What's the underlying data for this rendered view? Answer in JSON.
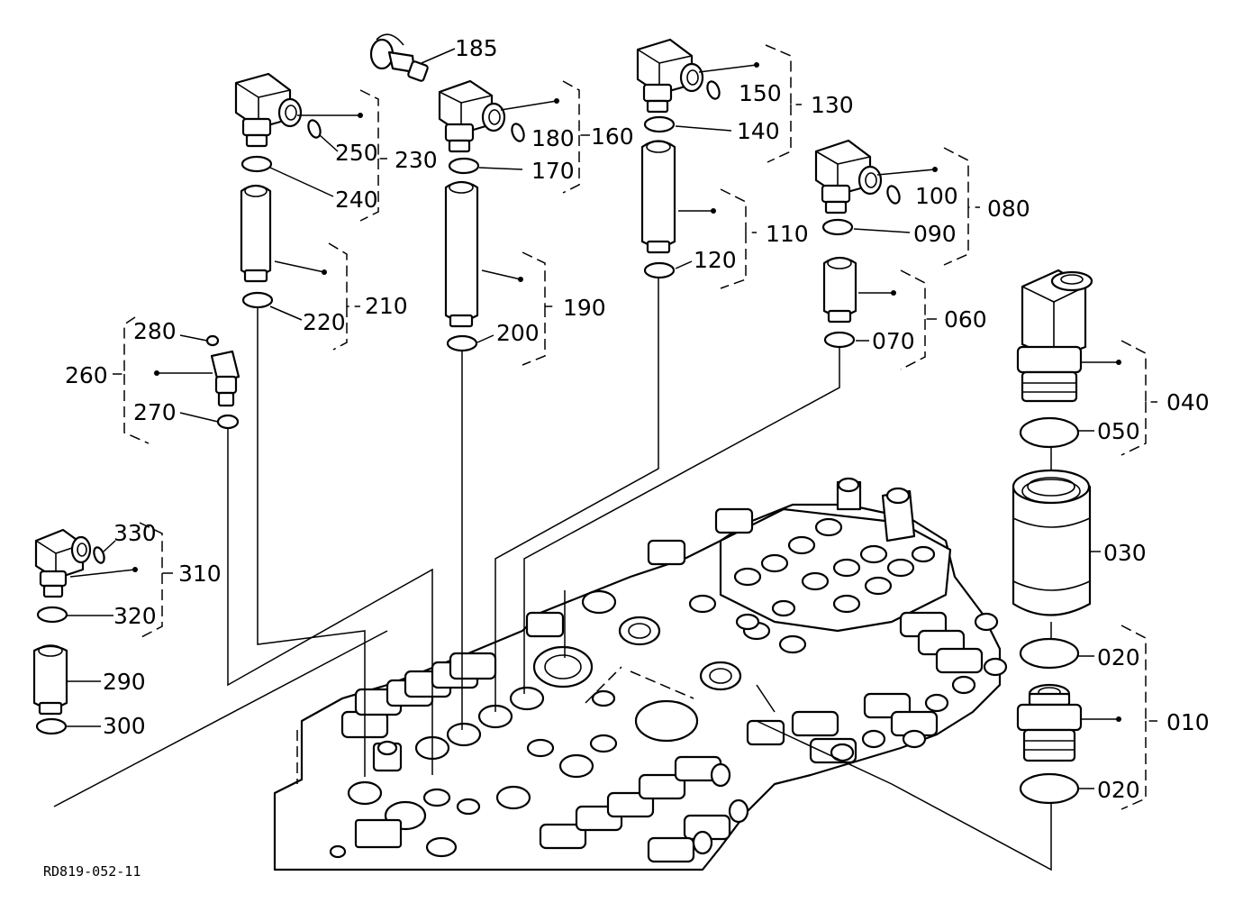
{
  "drawing_ref": "RD819-052-11",
  "callouts": {
    "c010": "010",
    "c020a": "020",
    "c020b": "020",
    "c030": "030",
    "c040": "040",
    "c050": "050",
    "c060": "060",
    "c070": "070",
    "c080": "080",
    "c090": "090",
    "c100": "100",
    "c110": "110",
    "c120": "120",
    "c130": "130",
    "c140": "140",
    "c150": "150",
    "c160": "160",
    "c170": "170",
    "c180": "180",
    "c185": "185",
    "c190": "190",
    "c200": "200",
    "c210": "210",
    "c220": "220",
    "c230": "230",
    "c240": "240",
    "c250": "250",
    "c260": "260",
    "c270": "270",
    "c280": "280",
    "c290": "290",
    "c300": "300",
    "c310": "310",
    "c320": "320",
    "c330": "330"
  }
}
